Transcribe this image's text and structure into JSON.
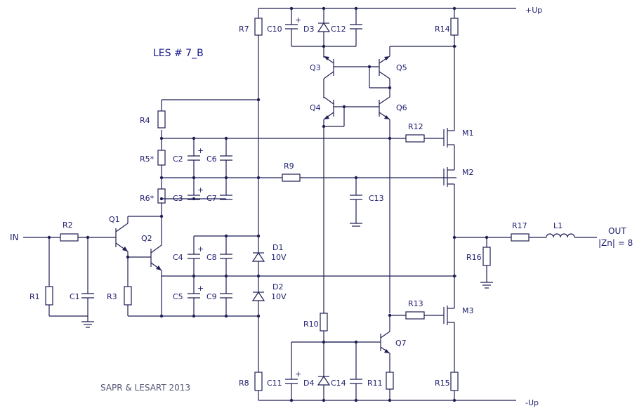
{
  "title": "LES # 7_B",
  "footer": "SAPR & LESART 2013",
  "rails": {
    "positive": "+Up",
    "negative": "-Up"
  },
  "input": {
    "label": "IN"
  },
  "output": {
    "label": "OUT",
    "impedance": "|Zn| = 8"
  },
  "labels": {
    "R1": "R1",
    "R2": "R2",
    "R3": "R3",
    "R4": "R4",
    "R5": "R5*",
    "R6": "R6*",
    "R7": "R7",
    "R8": "R8",
    "R9": "R9",
    "R10": "R10",
    "R11": "R11",
    "R12": "R12",
    "R13": "R13",
    "R14": "R14",
    "R15": "R15",
    "R16": "R16",
    "R17": "R17",
    "C1": "C1",
    "C2": "C2",
    "C3": "C3",
    "C4": "C4",
    "C5": "C5",
    "C6": "C6",
    "C7": "C7",
    "C8": "C8",
    "C9": "C9",
    "C10": "C10",
    "C11": "C11",
    "C12": "C12",
    "C13": "C13",
    "C14": "C14",
    "D1": "D1",
    "D1v": "10V",
    "D2": "D2",
    "D2v": "10V",
    "D3": "D3",
    "D4": "D4",
    "Q1": "Q1",
    "Q2": "Q2",
    "Q3": "Q3",
    "Q4": "Q4",
    "Q5": "Q5",
    "Q6": "Q6",
    "Q7": "Q7",
    "M1": "M1",
    "M2": "M2",
    "M3": "M3",
    "L1": "L1"
  },
  "colors": {
    "ink": "#1f1f55",
    "text": "#1b1b6e"
  }
}
